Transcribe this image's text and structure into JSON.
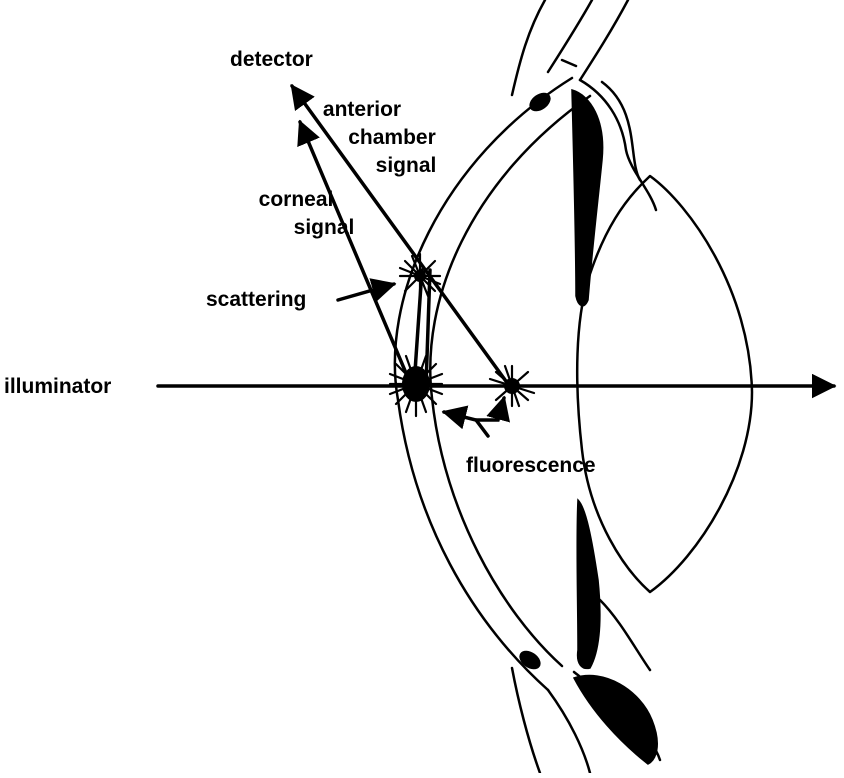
{
  "labels": {
    "detector": "detector",
    "anterior_chamber_signal": [
      "anterior",
      "chamber",
      "signal"
    ],
    "corneal_signal": [
      "corneal",
      "signal"
    ],
    "scattering": "scattering",
    "illuminator": "illuminator",
    "fluorescence": "fluorescence"
  }
}
